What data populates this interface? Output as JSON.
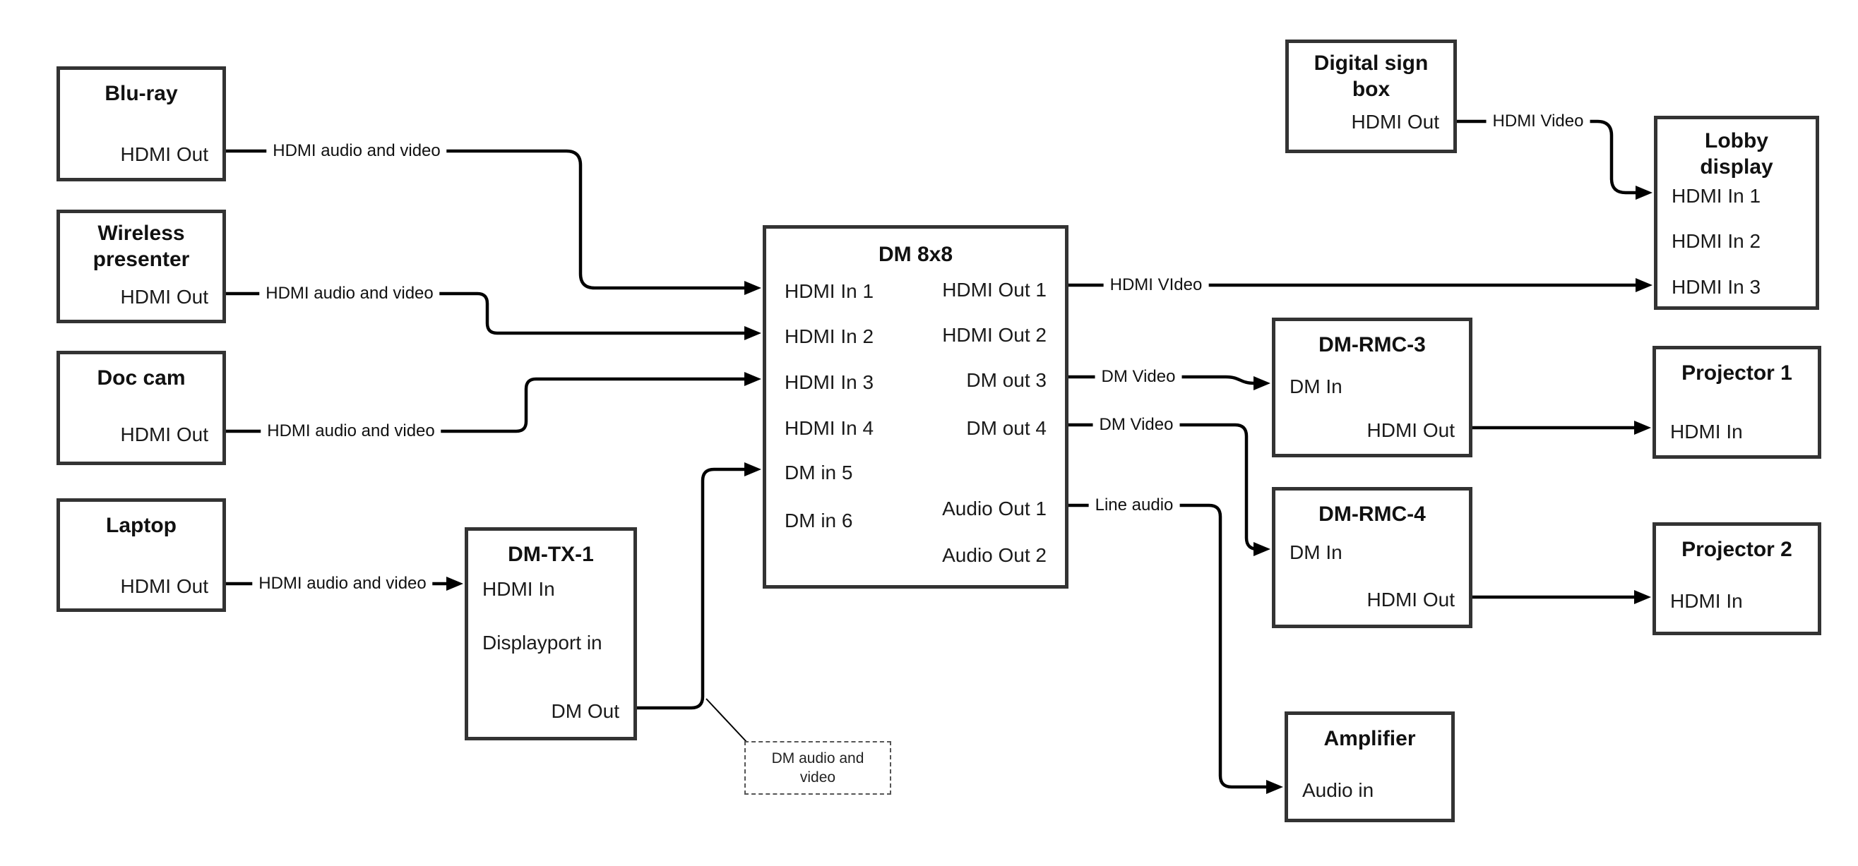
{
  "boxes": {
    "bluray": {
      "title": "Blu-ray",
      "ports": {
        "out": "HDMI Out"
      }
    },
    "wireless": {
      "title": "Wireless\npresenter",
      "ports": {
        "out": "HDMI Out"
      }
    },
    "doccam": {
      "title": "Doc cam",
      "ports": {
        "out": "HDMI Out"
      }
    },
    "laptop": {
      "title": "Laptop",
      "ports": {
        "out": "HDMI Out"
      }
    },
    "dmtx1": {
      "title": "DM-TX-1",
      "ports": {
        "hdmi_in": "HDMI In",
        "displayport_in": "Displayport in",
        "dm_out": "DM Out"
      }
    },
    "dm8x8": {
      "title": "DM 8x8",
      "ports": {
        "hdmi_in_1": "HDMI In 1",
        "hdmi_in_2": "HDMI In 2",
        "hdmi_in_3": "HDMI In 3",
        "hdmi_in_4": "HDMI In 4",
        "dm_in_5": "DM in 5",
        "dm_in_6": "DM in 6",
        "hdmi_out_1": "HDMI Out 1",
        "hdmi_out_2": "HDMI Out 2",
        "dm_out_3": "DM out 3",
        "dm_out_4": "DM out 4",
        "audio_out_1": "Audio Out 1",
        "audio_out_2": "Audio Out 2"
      }
    },
    "digital_sign": {
      "title": "Digital sign\nbox",
      "ports": {
        "out": "HDMI Out"
      }
    },
    "lobby": {
      "title": "Lobby\ndisplay",
      "ports": {
        "in1": "HDMI In 1",
        "in2": "HDMI In 2",
        "in3": "HDMI In 3"
      }
    },
    "dmrmc3": {
      "title": "DM-RMC-3",
      "ports": {
        "dm_in": "DM In",
        "hdmi_out": "HDMI Out"
      }
    },
    "proj1": {
      "title": "Projector 1",
      "ports": {
        "in": "HDMI In"
      }
    },
    "dmrmc4": {
      "title": "DM-RMC-4",
      "ports": {
        "dm_in": "DM In",
        "hdmi_out": "HDMI Out"
      }
    },
    "proj2": {
      "title": "Projector 2",
      "ports": {
        "in": "HDMI In"
      }
    },
    "amplifier": {
      "title": "Amplifier",
      "ports": {
        "audio_in": "Audio in"
      }
    }
  },
  "wire_labels": {
    "bluray": "HDMI audio and video",
    "wireless": "HDMI audio and video",
    "doccam": "HDMI audio and video",
    "laptop": "HDMI audio and video",
    "digital_sign": "HDMI Video",
    "hdmi_out_1": "HDMI VIdeo",
    "dm_out_3": "DM Video",
    "dm_out_4": "DM Video",
    "audio_out_1": "Line audio"
  },
  "note": {
    "text": "DM audio and\nvideo"
  },
  "colors": {
    "line": "#000000",
    "box_border": "#333333",
    "background": "#ffffff",
    "text": "#111111"
  }
}
